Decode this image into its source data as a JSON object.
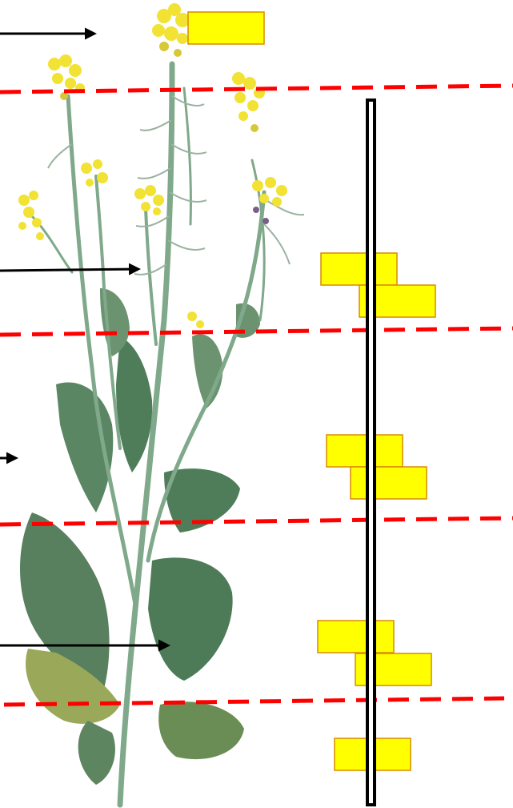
{
  "figure": {
    "boxes": [
      {
        "id": "flower-label-box",
        "fill": "#ffff00",
        "stroke": "#d98c00"
      },
      {
        "id": "upper-layer-box-a",
        "fill": "#ffff00",
        "stroke": "#d98c00"
      },
      {
        "id": "upper-layer-box-b",
        "fill": "#ffff00",
        "stroke": "#d98c00"
      },
      {
        "id": "middle-layer-box-a",
        "fill": "#ffff00",
        "stroke": "#d98c00"
      },
      {
        "id": "middle-layer-box-b",
        "fill": "#ffff00",
        "stroke": "#d98c00"
      },
      {
        "id": "lower-layer-box-a",
        "fill": "#ffff00",
        "stroke": "#d98c00"
      },
      {
        "id": "lower-layer-box-b",
        "fill": "#ffff00",
        "stroke": "#d98c00"
      },
      {
        "id": "base-layer-box",
        "fill": "#ffff00",
        "stroke": "#d98c00"
      }
    ],
    "divider_color": "#ff0000",
    "arrow_color": "#000000",
    "stem_color": "#7fa98a",
    "leaf_color": "#4f7d5a",
    "flower_color": "#f2e233"
  }
}
